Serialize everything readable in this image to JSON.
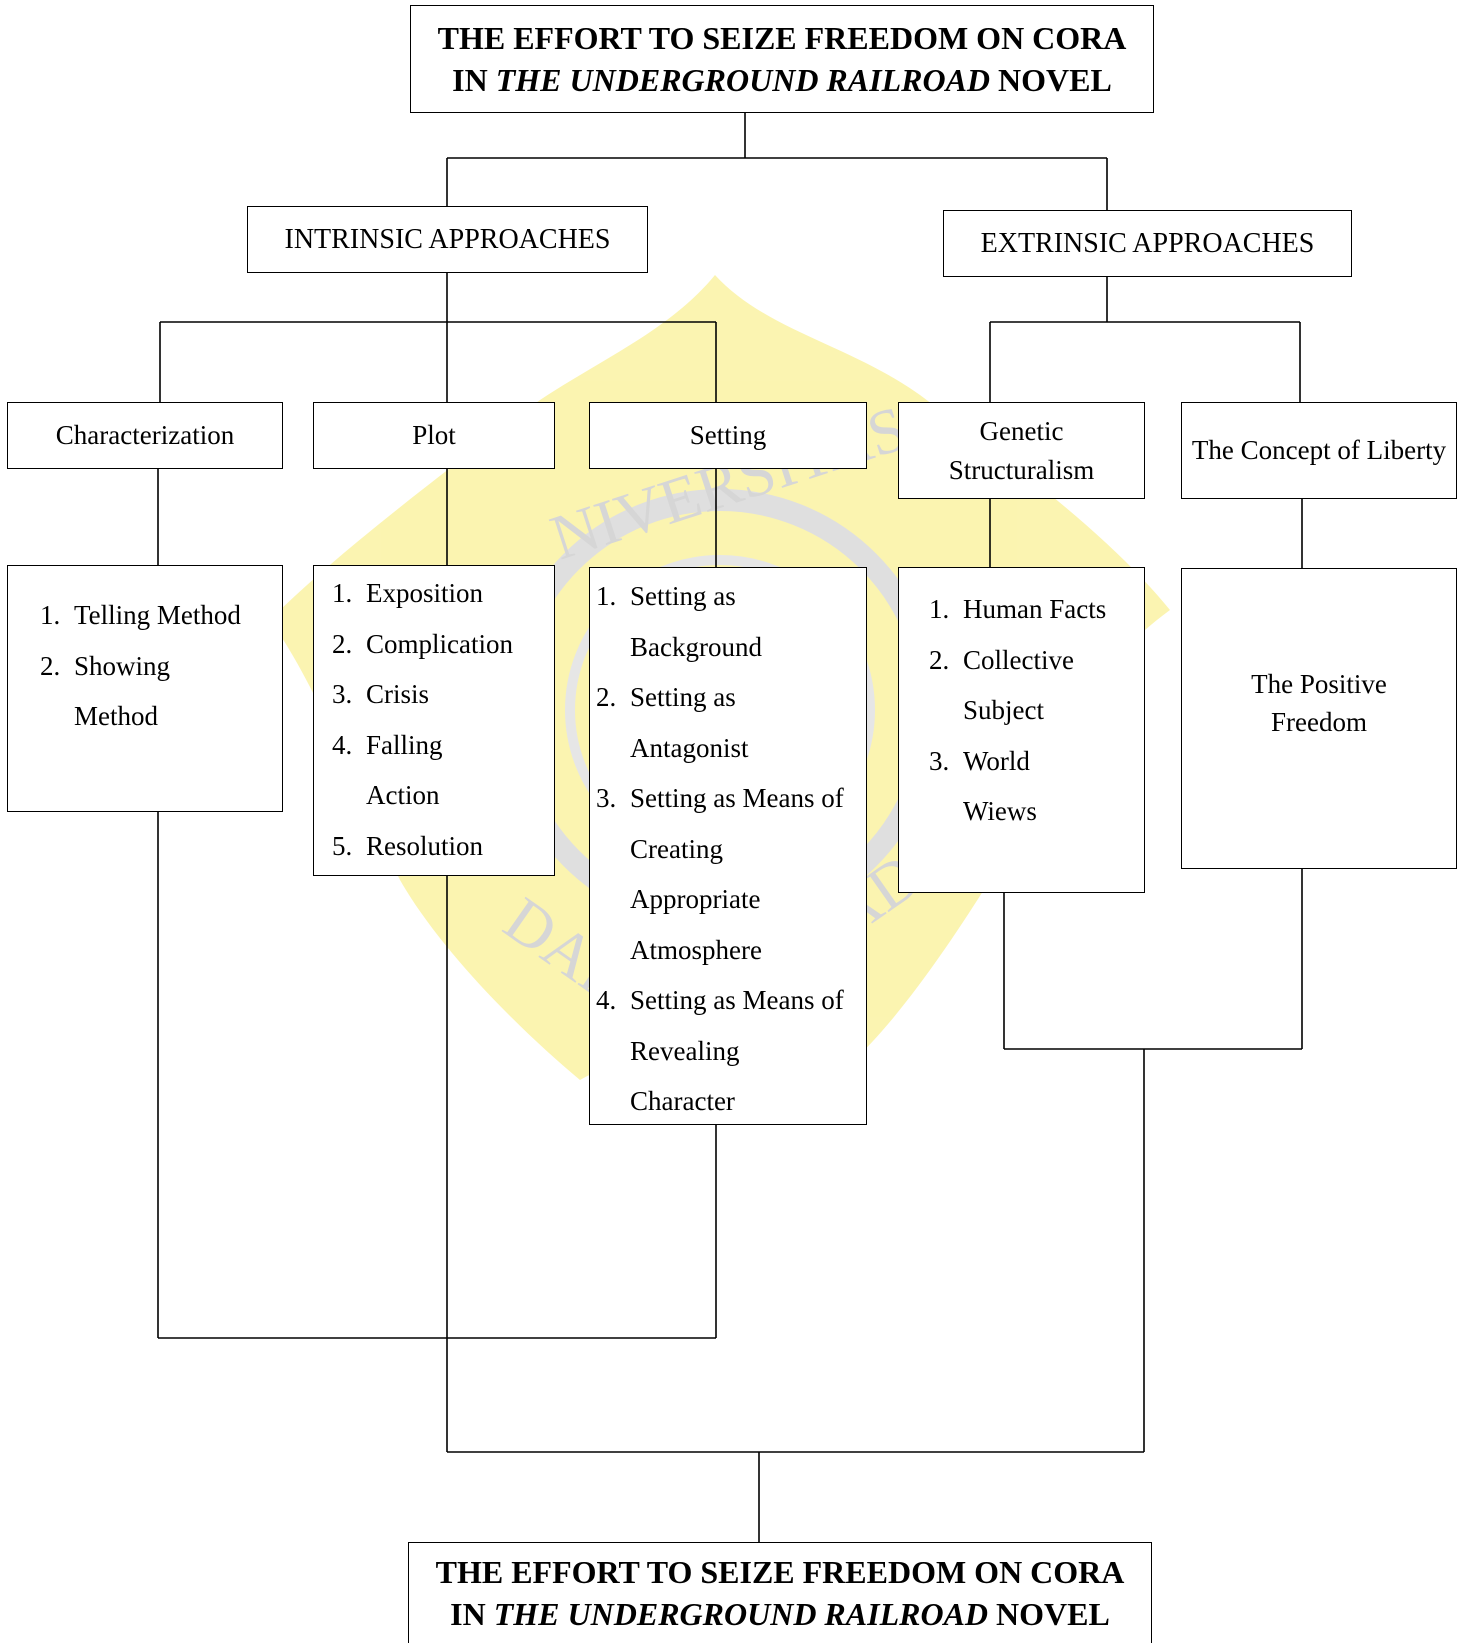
{
  "top_title": {
    "line1": "THE EFFORT TO SEIZE FREEDOM ON CORA",
    "line2_pre": "IN ",
    "line2_italic": "THE UNDERGROUND RAILROAD",
    "line2_post": " NOVEL"
  },
  "intrinsic": {
    "title": "INTRINSIC APPROACHES",
    "characterization": {
      "title": "Characterization",
      "items": [
        "Telling Method",
        "Showing Method"
      ]
    },
    "plot": {
      "title": "Plot",
      "items": [
        "Exposition",
        "Complication",
        "Crisis",
        "Falling Action",
        "Resolution"
      ]
    },
    "setting": {
      "title": "Setting",
      "items": [
        "Setting as Background",
        "Setting as Antagonist",
        "Setting as Means of Creating Appropriate Atmosphere",
        "Setting as Means of Revealing Character"
      ]
    }
  },
  "extrinsic": {
    "title": "EXTRINSIC APPROACHES",
    "genetic": {
      "title": "Genetic Structuralism",
      "items": [
        "Human Facts",
        "Collective Subject",
        "World Wiews"
      ]
    },
    "liberty": {
      "title": "The Concept of Liberty",
      "content": "The Positive Freedom"
    }
  },
  "bottom_title": {
    "line1": "THE EFFORT TO SEIZE FREEDOM ON CORA",
    "line2_pre": "IN ",
    "line2_italic": "THE UNDERGROUND RAILROAD",
    "line2_post": " NOVEL"
  },
  "watermark_text": "UNIVERSITAS DARMA PERSADA",
  "colors": {
    "watermark_yellow": "#fbf3a8",
    "watermark_red": "#f8c6c6",
    "watermark_gray": "#dcdcdc"
  }
}
